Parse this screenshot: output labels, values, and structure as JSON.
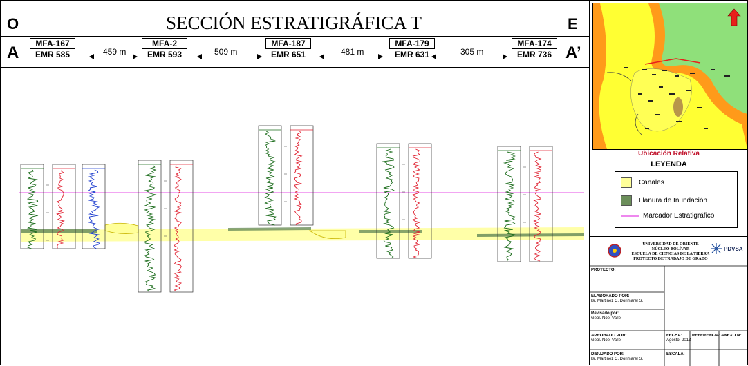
{
  "title": "SECCIÓN ESTRATIGRÁFICA T",
  "orientation": {
    "west": "O",
    "east": "E",
    "start": "A",
    "end": "A’"
  },
  "wells": [
    {
      "name": "MFA-167",
      "emr": "EMR 585"
    },
    {
      "name": "MFA-2",
      "emr": "EMR 593"
    },
    {
      "name": "MFA-187",
      "emr": "EMR 651"
    },
    {
      "name": "MFA-179",
      "emr": "EMR 631"
    },
    {
      "name": "MFA-174",
      "emr": "EMR 736"
    }
  ],
  "distances": [
    "459 m",
    "509 m",
    "481 m",
    "305 m"
  ],
  "sidebar": {
    "location_caption": "Ubicación Relativa",
    "legend_title": "LEYENDA",
    "legend_items": [
      {
        "label": "Canales",
        "color": "#ffff99"
      },
      {
        "label": "Llanura de Inundación",
        "color": "#6b8e5a"
      },
      {
        "label": "Marcador Estratigráfico",
        "color": "#ee88ee"
      }
    ]
  },
  "title_block": {
    "institution": [
      "UNIVERSIDAD DE ORIENTE",
      "NÚCLEO BOLÍVAR",
      "ESCUELA DE CIENCIAS DE LA TIERRA",
      "PROYECTO DE TRABAJO DE GRADO"
    ],
    "company": "PDVSA",
    "project_label": "PROYECTO:",
    "elaborado_label": "ELABORADO POR:",
    "elaborado_name": "Br. Martínez C. Dorimarel S.",
    "revisado_label": "Revisado por:",
    "revisado_name": "Geol. Noel Valle",
    "aprobado_label": "APROBADO POR:",
    "aprobado_name": "Geol. Noel Valle",
    "fecha_label": "FECHA:",
    "fecha_value": "Agosto, 2013",
    "referencia_label": "REFERENCIA:",
    "anexo_label": "ANEXO Nº:",
    "dibujado_label": "DIBUJADO POR:",
    "dibujado_name": "Br. Martínez C. Dorimarel S.",
    "escala_label": "ESCALA:"
  },
  "colors": {
    "gr_curve": "#1a6b1a",
    "res_curve": "#e02030",
    "marker": "#ee88ee",
    "canal": "#ffff99",
    "map_yellow": "#ffff33",
    "map_orange": "#ff9a1a",
    "map_green": "#8fe07a",
    "map_red": "#e8201a"
  }
}
